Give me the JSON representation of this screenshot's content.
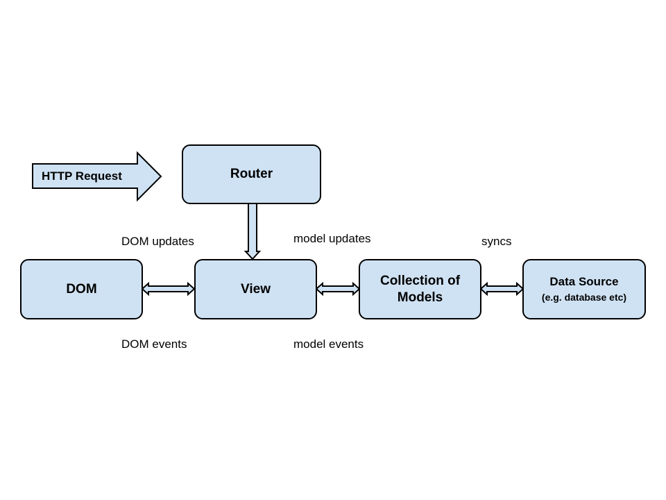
{
  "nodes": {
    "http_request": "HTTP Request",
    "router": "Router",
    "dom": "DOM",
    "view": "View",
    "collection": {
      "line1": "Collection of",
      "line2": "Models"
    },
    "data_source": {
      "line1": "Data Source",
      "line2": "(e.g. database etc)"
    }
  },
  "edge_labels": {
    "dom_updates": "DOM updates",
    "dom_events": "DOM events",
    "model_updates": "model updates",
    "model_events": "model events",
    "syncs": "syncs"
  },
  "colors": {
    "box_fill": "#cfe2f3",
    "stroke": "#000000",
    "background": "#ffffff"
  }
}
